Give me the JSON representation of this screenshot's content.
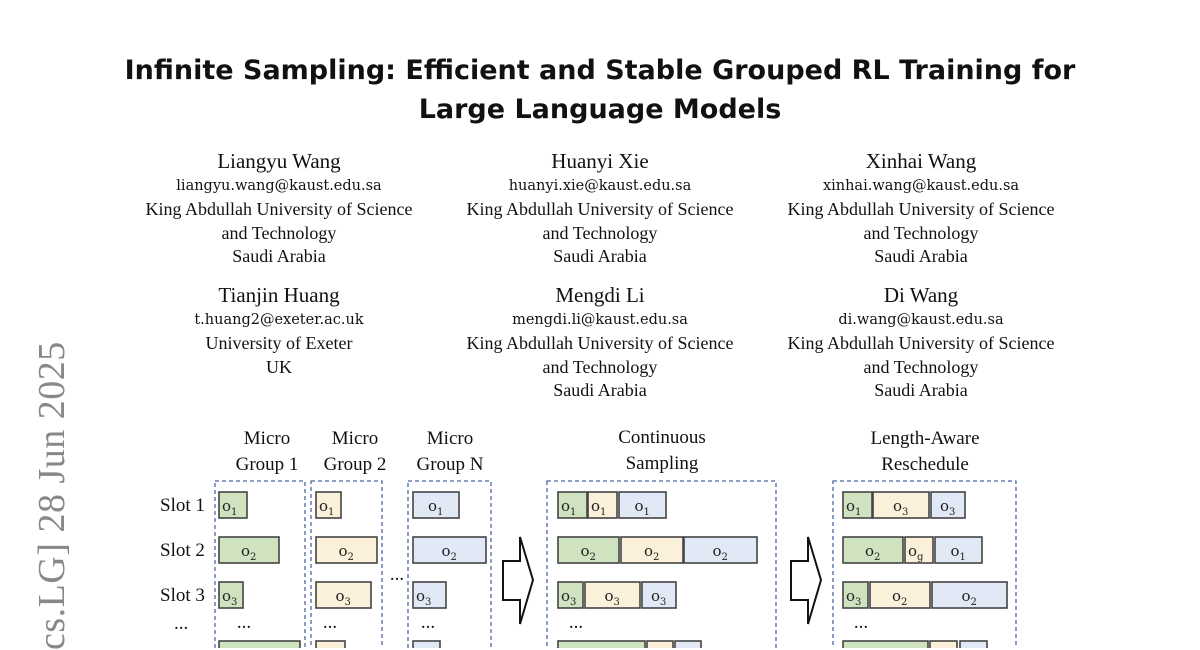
{
  "title": {
    "line1": "Infinite Sampling: Efficient and Stable Grouped RL Training for",
    "line2": "Large Language Models"
  },
  "authors": [
    {
      "name": "Liangyu Wang",
      "email": "liangyu.wang@kaust.edu.sa",
      "aff": [
        "King Abdullah University of Science",
        "and Technology",
        "Saudi Arabia"
      ]
    },
    {
      "name": "Huanyi Xie",
      "email": "huanyi.xie@kaust.edu.sa",
      "aff": [
        "King Abdullah University of Science",
        "and Technology",
        "Saudi Arabia"
      ]
    },
    {
      "name": "Xinhai Wang",
      "email": "xinhai.wang@kaust.edu.sa",
      "aff": [
        "King Abdullah University of Science",
        "and Technology",
        "Saudi Arabia"
      ]
    },
    {
      "name": "Tianjin Huang",
      "email": "t.huang2@exeter.ac.uk",
      "aff": [
        "University of Exeter",
        "UK"
      ]
    },
    {
      "name": "Mengdi Li",
      "email": "mengdi.li@kaust.edu.sa",
      "aff": [
        "King Abdullah University of Science",
        "and Technology",
        "Saudi Arabia"
      ]
    },
    {
      "name": "Di Wang",
      "email": "di.wang@kaust.edu.sa",
      "aff": [
        "King Abdullah University of Science",
        "and Technology",
        "Saudi Arabia"
      ]
    }
  ],
  "arxiv_stamp": "cs.LG]  28 Jun 2025",
  "figure": {
    "group_labels": [
      [
        "Micro",
        "Group 1"
      ],
      [
        "Micro",
        "Group 2"
      ],
      [
        "Micro",
        "Group N"
      ]
    ],
    "continuous_label": [
      "Continuous",
      "Sampling"
    ],
    "reschedule_label": [
      "Length-Aware",
      "Reschedule"
    ],
    "slot_labels": [
      "Slot 1",
      "Slot 2",
      "Slot 3",
      "..."
    ],
    "ellipsis": "...",
    "colors": {
      "green": "#cfe3c1",
      "yellow": "#fbf1da",
      "blue": "#e1e9f6",
      "dash": "#4a68a8"
    },
    "group_boxes": [
      [
        {
          "c": "green",
          "s": "1"
        },
        {
          "c": "green",
          "s": "2"
        },
        {
          "c": "green",
          "s": "3"
        }
      ],
      [
        {
          "c": "yellow",
          "s": "1"
        },
        {
          "c": "yellow",
          "s": "2"
        },
        {
          "c": "yellow",
          "s": "3"
        }
      ],
      [
        {
          "c": "blue",
          "s": "1"
        },
        {
          "c": "blue",
          "s": "2"
        },
        {
          "c": "blue",
          "s": "3"
        }
      ]
    ],
    "continuous_rows": [
      [
        {
          "c": "green",
          "s": "1"
        },
        {
          "c": "yellow",
          "s": "1"
        },
        {
          "c": "blue",
          "s": "1"
        }
      ],
      [
        {
          "c": "green",
          "s": "2"
        },
        {
          "c": "yellow",
          "s": "2"
        },
        {
          "c": "blue",
          "s": "2"
        }
      ],
      [
        {
          "c": "green",
          "s": "3"
        },
        {
          "c": "yellow",
          "s": "3"
        },
        {
          "c": "blue",
          "s": "3"
        }
      ]
    ],
    "reschedule_rows": [
      [
        {
          "c": "green",
          "s": "1"
        },
        {
          "c": "yellow",
          "s": "3"
        },
        {
          "c": "blue",
          "s": "3"
        }
      ],
      [
        {
          "c": "green",
          "s": "2"
        },
        {
          "c": "yellow",
          "s": "g"
        },
        {
          "c": "blue",
          "s": "1"
        }
      ],
      [
        {
          "c": "green",
          "s": "3"
        },
        {
          "c": "yellow",
          "s": "2"
        },
        {
          "c": "blue",
          "s": "2"
        }
      ]
    ]
  }
}
